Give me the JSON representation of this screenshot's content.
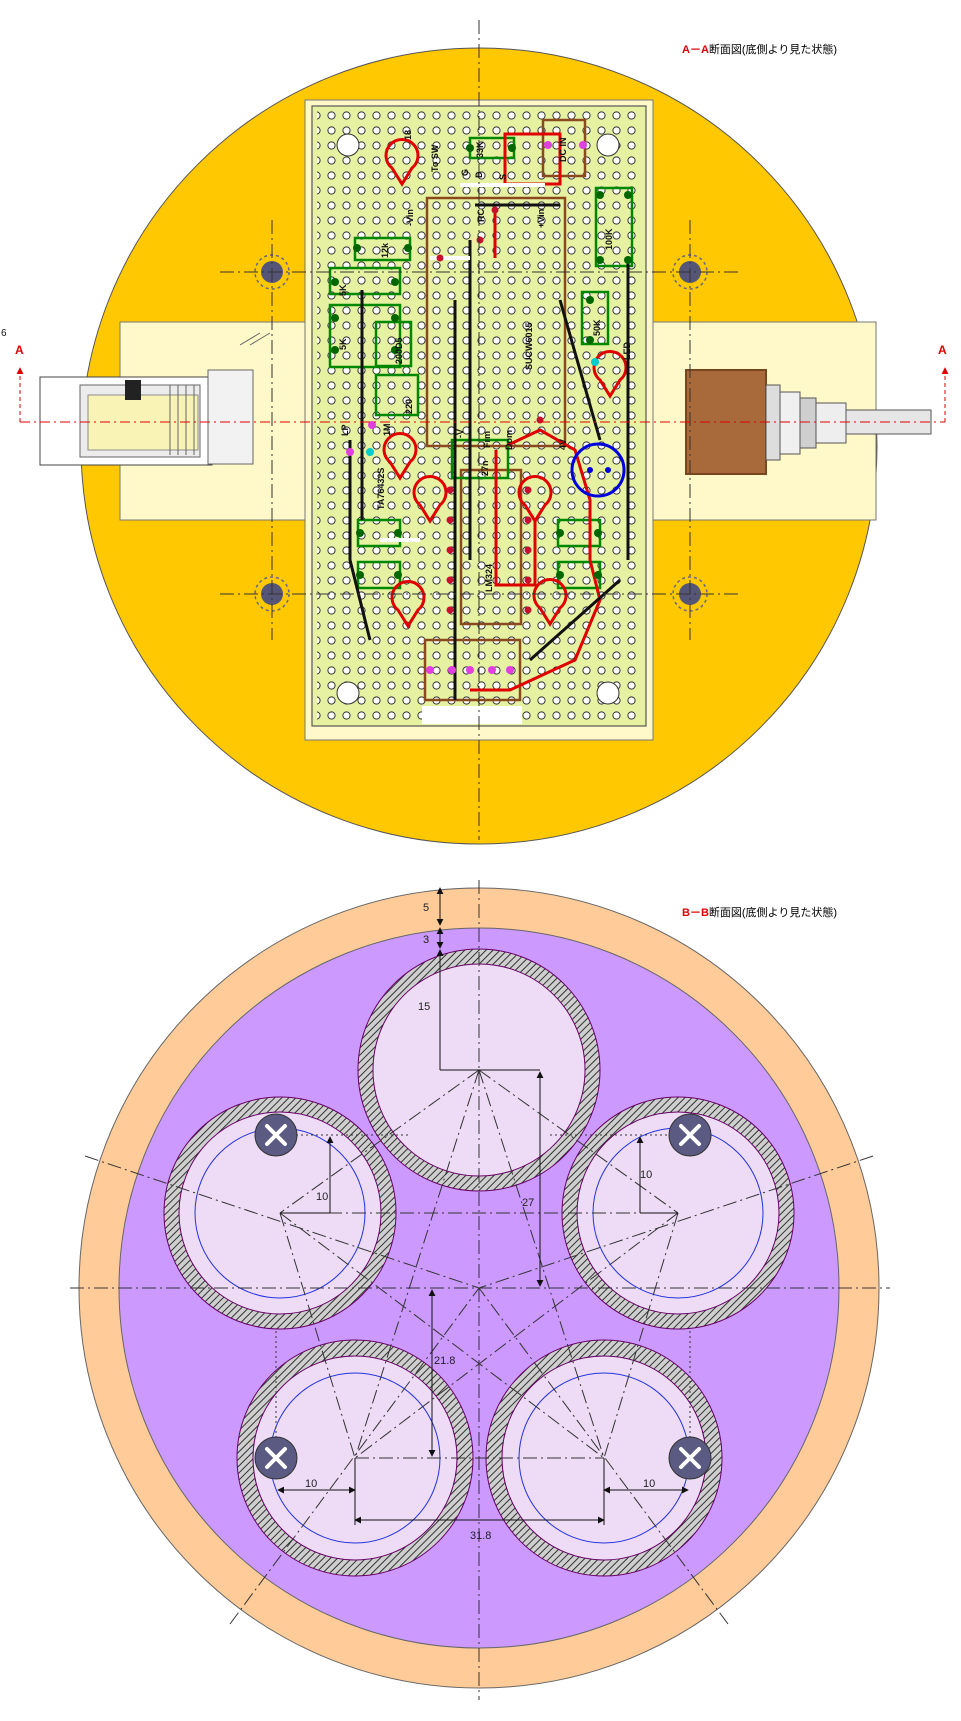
{
  "section_a": {
    "title_mark": "A－A",
    "title_text": "断面図(底側より見た状態)",
    "marker_left": "A",
    "marker_right": "A",
    "edge_number": "6",
    "labels": {
      "sw": "To SW",
      "r18": "18",
      "r33k": "33K",
      "dcin": "DC IN",
      "g": "G",
      "d": "D",
      "s": "S",
      "vin_minus": "-Vin",
      "rc": "RC",
      "vin_plus": "+Vin",
      "r12k": "12k",
      "r100k": "100K",
      "r5k_a": "5K",
      "r5k_b": "5K",
      "r200d5": "200D5",
      "ic1": "SUCW6015",
      "r50k": "50K",
      "led": "LED",
      "c220": "220",
      "lp": "LP",
      "r1m": "1M",
      "vminus": "-V",
      "frm": "Frm",
      "dom": "Dom",
      "c27n": "27n",
      "v4": "4V",
      "ic2": "TA76432S",
      "ic3": "LM324"
    }
  },
  "section_b": {
    "title_mark": "B－B",
    "title_text": "断面図(底側より見た状態)",
    "dims": [
      "5",
      "3",
      "15",
      "27",
      "10",
      "10",
      "21.8",
      "10",
      "10",
      "31.8"
    ]
  },
  "colors": {
    "orange": "#ffc800",
    "cream": "#fff8c8",
    "board": "#e6f2a2",
    "peach": "#ffcc99",
    "violet": "#cc99ff",
    "cell": "#eedcf6",
    "green": "#008800",
    "red": "#e00000",
    "brown": "#8b4a1e",
    "blue": "#0000dd"
  }
}
